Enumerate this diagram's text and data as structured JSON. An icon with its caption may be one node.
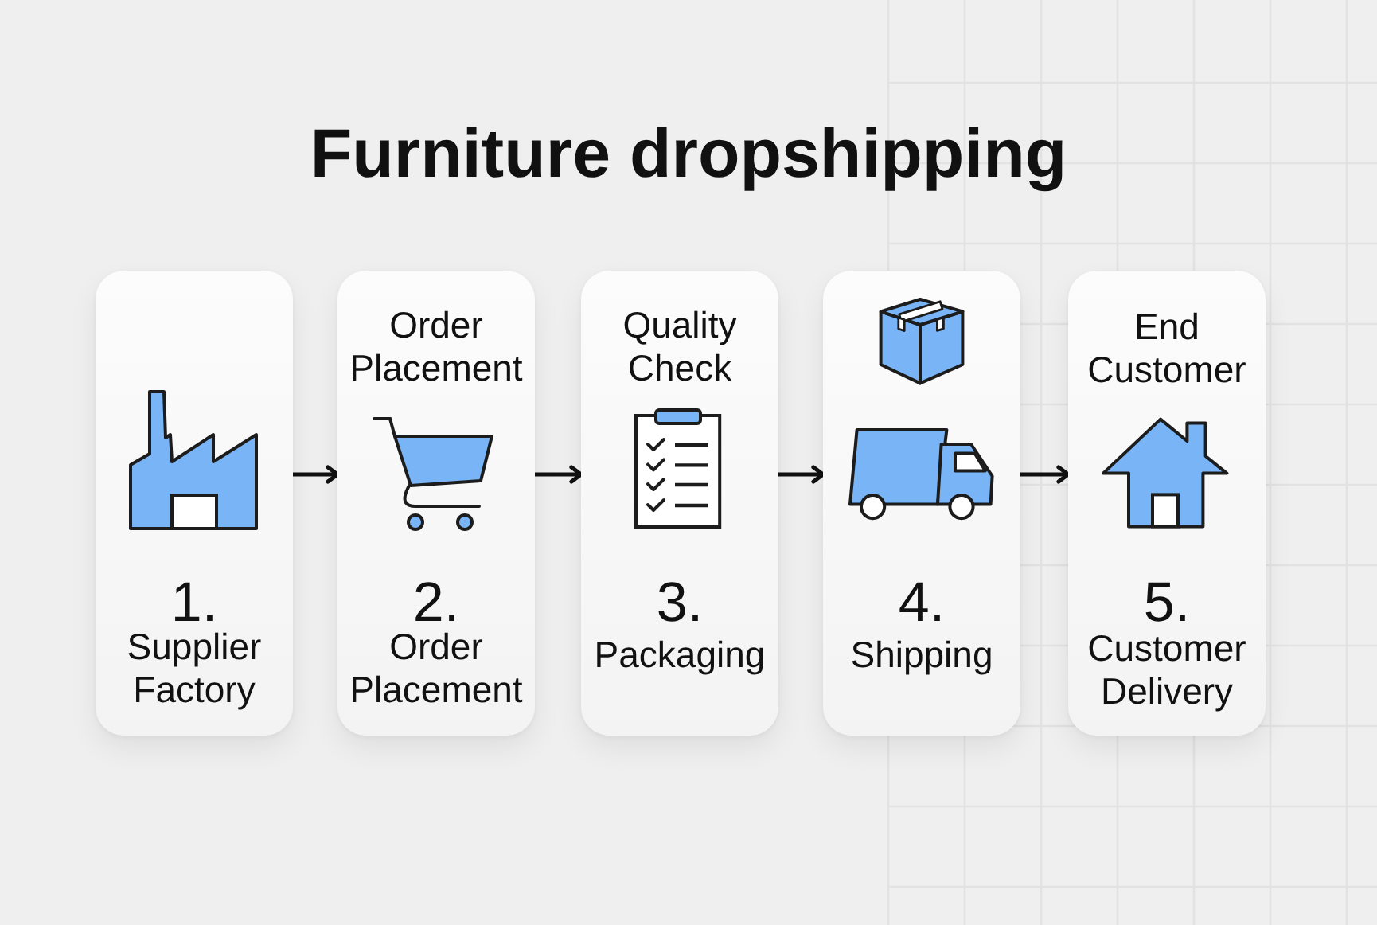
{
  "diagram": {
    "title": "Furniture dropshipping",
    "nodes": [
      {
        "text": [
          "1.",
          "Supplier Factory"
        ]
      },
      {
        "text": [
          "Order Placement",
          "2.",
          "Order Placement"
        ]
      },
      {
        "text": [
          "Quality Check",
          "3.",
          "Packaging"
        ]
      },
      {
        "text": [
          "4.",
          "Shipping"
        ]
      },
      {
        "text": [
          "End Customer",
          "5.",
          "Customer Delivery"
        ]
      }
    ],
    "edges": [
      {
        "from": 0,
        "to": 1,
        "arrow": "to"
      },
      {
        "from": 1,
        "to": 2,
        "arrow": "to"
      },
      {
        "from": 2,
        "to": 3,
        "arrow": "to"
      },
      {
        "from": 3,
        "to": 4,
        "arrow": "to"
      }
    ]
  }
}
